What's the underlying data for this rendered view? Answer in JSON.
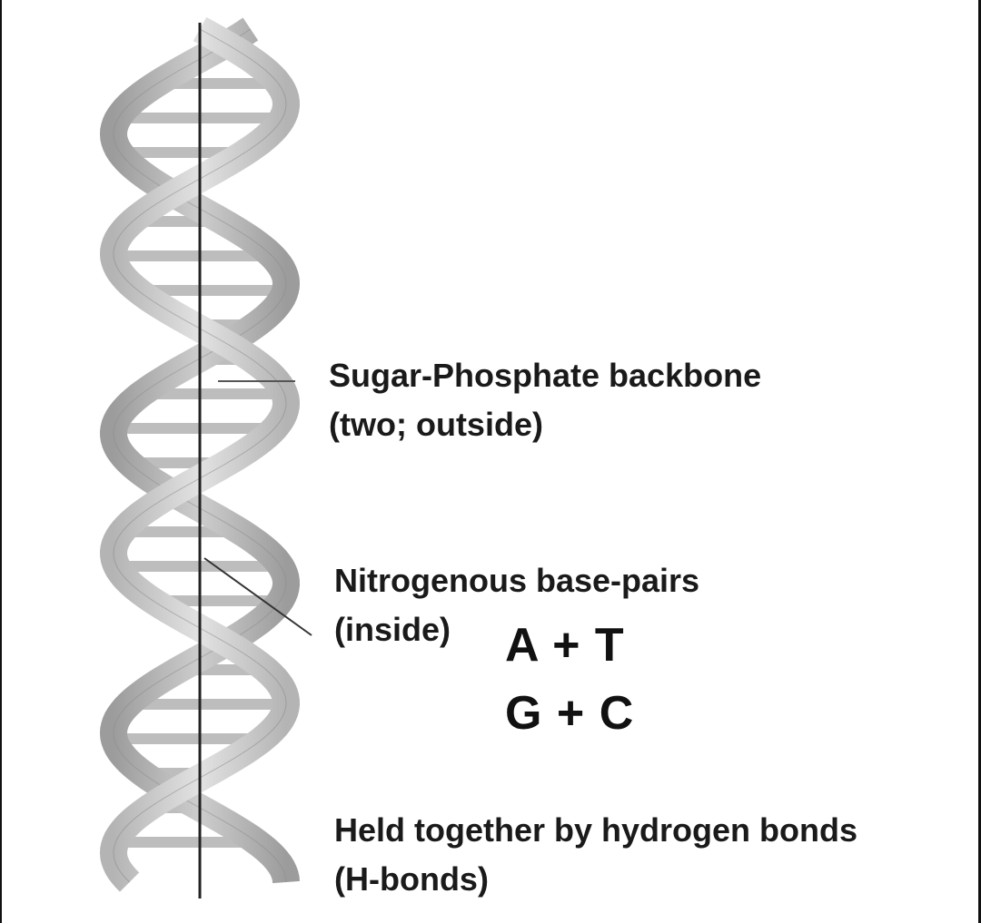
{
  "labels": {
    "backbone_line1": "Sugar-Phosphate backbone",
    "backbone_line2": "(two; outside)",
    "bases_line1": "Nitrogenous base-pairs",
    "bases_line2": "(inside)",
    "hbond_line1": "Held together by hydrogen bonds",
    "hbond_line2": "(H-bonds)"
  },
  "base_pairs": [
    {
      "text": "A + T"
    },
    {
      "text": "G + C"
    }
  ],
  "colors": {
    "ribbon": "#cfcfcf",
    "ribbon_shade": "#a9a9a9",
    "rung": "#bdbdbd",
    "axis": "#222222",
    "text": "#1a1a1a"
  }
}
